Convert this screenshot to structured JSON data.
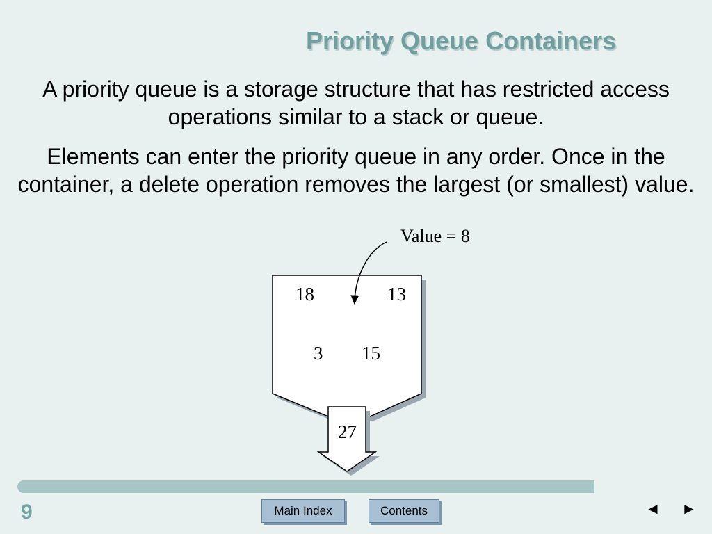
{
  "title": "Priority Queue Containers",
  "paragraphs": [
    "A priority queue is a storage structure that has restricted access operations similar to a stack or queue.",
    "Elements can enter the priority queue in any order. Once in the container, a delete operation removes the largest (or smallest) value."
  ],
  "diagram": {
    "insert_label": "Value = 8",
    "container_values": [
      "18",
      "13",
      "3",
      "15"
    ],
    "output_value": "27"
  },
  "footer": {
    "slide_number": "9",
    "main_index_label": "Main Index",
    "contents_label": "Contents",
    "prev_icon": "◄",
    "next_icon": "►"
  }
}
